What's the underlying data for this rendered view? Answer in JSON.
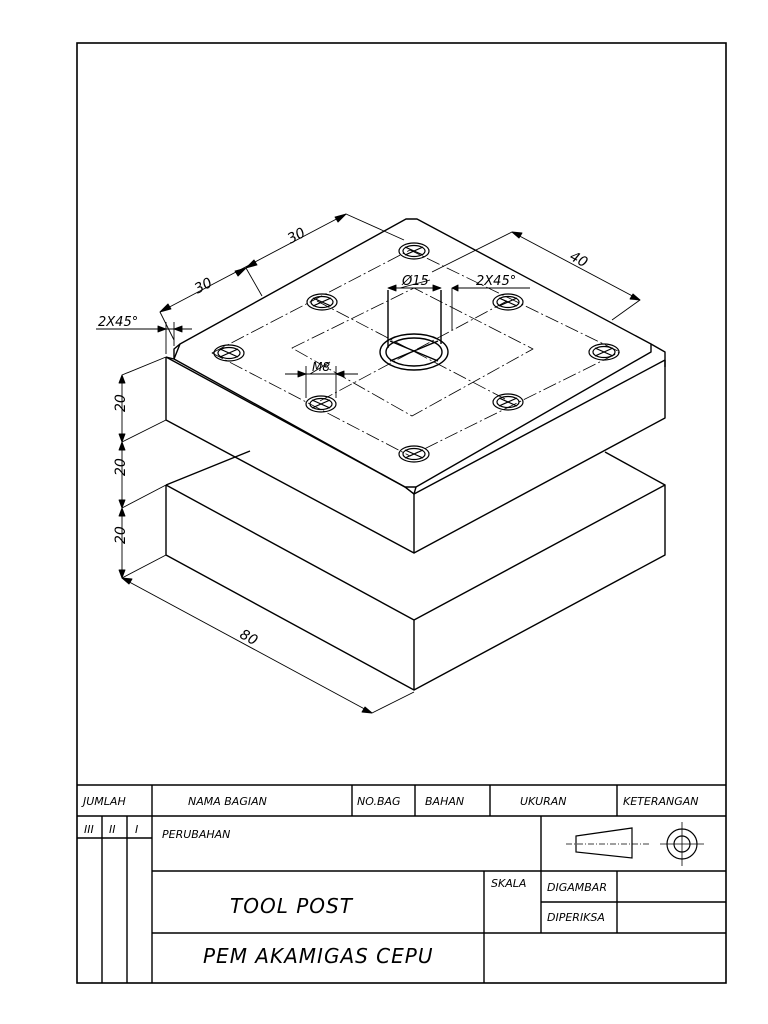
{
  "drawing": {
    "dimensions": {
      "d30a": "30",
      "d30b": "30",
      "d40": "40",
      "d80": "80",
      "h1": "20",
      "h2": "20",
      "h3": "20",
      "chamfer_left": "2X45°",
      "chamfer_right": "2X45°",
      "bore": "Ø15",
      "thread": "M8"
    }
  },
  "title_block": {
    "headers": {
      "jumlah": "JUMLAH",
      "nama_bagian": "NAMA BAGIAN",
      "no_bag": "NO.BAG",
      "bahan": "BAHAN",
      "ukuran": "UKURAN",
      "keterangan": "KETERANGAN"
    },
    "revisions": {
      "r3": "III",
      "r2": "II",
      "r1": "I"
    },
    "perubahan": "PERUBAHAN",
    "part_name": "TOOL POST",
    "institution": "PEM AKAMIGAS CEPU",
    "skala": "SKALA",
    "digambar": "DIGAMBAR",
    "diperiksa": "DIPERIKSA",
    "projection_symbol": "first-angle-projection-icon"
  }
}
